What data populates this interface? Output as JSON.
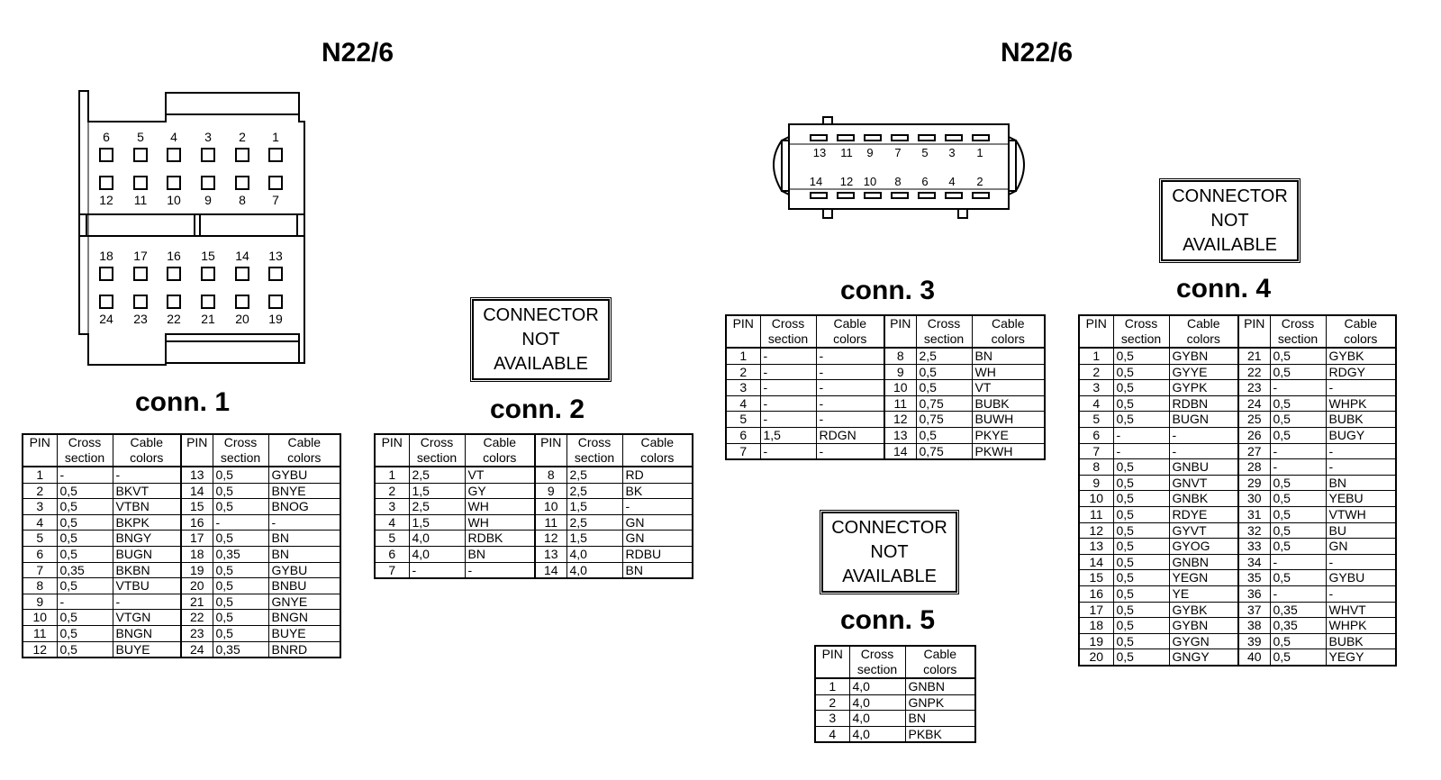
{
  "titles": {
    "left": "N22/6",
    "right": "N22/6"
  },
  "not_available_lines": [
    "CONNECTOR",
    "NOT",
    "AVAILABLE"
  ],
  "headers": {
    "pin": "PIN",
    "cross1": "Cross",
    "cross2": "section",
    "cable1": "Cable",
    "cable2": "colors"
  },
  "connector1_diagram": {
    "top_row_upper": [
      "6",
      "5",
      "4",
      "3",
      "2",
      "1"
    ],
    "top_row_lower": [
      "12",
      "11",
      "10",
      "9",
      "8",
      "7"
    ],
    "bottom_row_upper": [
      "18",
      "17",
      "16",
      "15",
      "14",
      "13"
    ],
    "bottom_row_lower": [
      "24",
      "23",
      "22",
      "21",
      "20",
      "19"
    ]
  },
  "connector3_diagram": {
    "top": [
      "13",
      "11",
      "9",
      "7",
      "5",
      "3",
      "1"
    ],
    "bottom": [
      "14",
      "12",
      "10",
      "8",
      "6",
      "4",
      "2"
    ]
  },
  "conn1": {
    "label": "conn. 1",
    "left": [
      [
        "1",
        "-",
        "-"
      ],
      [
        "2",
        "0,5",
        "BKVT"
      ],
      [
        "3",
        "0,5",
        "VTBN"
      ],
      [
        "4",
        "0,5",
        "BKPK"
      ],
      [
        "5",
        "0,5",
        "BNGY"
      ],
      [
        "6",
        "0,5",
        "BUGN"
      ],
      [
        "7",
        "0,35",
        "BKBN"
      ],
      [
        "8",
        "0,5",
        "VTBU"
      ],
      [
        "9",
        "-",
        "-"
      ],
      [
        "10",
        "0,5",
        "VTGN"
      ],
      [
        "11",
        "0,5",
        "BNGN"
      ],
      [
        "12",
        "0,5",
        "BUYE"
      ]
    ],
    "right": [
      [
        "13",
        "0,5",
        "GYBU"
      ],
      [
        "14",
        "0,5",
        "BNYE"
      ],
      [
        "15",
        "0,5",
        "BNOG"
      ],
      [
        "16",
        "-",
        "-"
      ],
      [
        "17",
        "0,5",
        "BN"
      ],
      [
        "18",
        "0,35",
        "BN"
      ],
      [
        "19",
        "0,5",
        "GYBU"
      ],
      [
        "20",
        "0,5",
        "BNBU"
      ],
      [
        "21",
        "0,5",
        "GNYE"
      ],
      [
        "22",
        "0,5",
        "BNGN"
      ],
      [
        "23",
        "0,5",
        "BUYE"
      ],
      [
        "24",
        "0,35",
        "BNRD"
      ]
    ]
  },
  "conn2": {
    "label": "conn. 2",
    "left": [
      [
        "1",
        "2,5",
        "VT"
      ],
      [
        "2",
        "1,5",
        "GY"
      ],
      [
        "3",
        "2,5",
        "WH"
      ],
      [
        "4",
        "1,5",
        "WH"
      ],
      [
        "5",
        "4,0",
        "RDBK"
      ],
      [
        "6",
        "4,0",
        "BN"
      ],
      [
        "7",
        "-",
        "-"
      ]
    ],
    "right": [
      [
        "8",
        "2,5",
        "RD"
      ],
      [
        "9",
        "2,5",
        "BK"
      ],
      [
        "10",
        "1,5",
        "-"
      ],
      [
        "11",
        "2,5",
        "GN"
      ],
      [
        "12",
        "1,5",
        "GN"
      ],
      [
        "13",
        "4,0",
        "RDBU"
      ],
      [
        "14",
        "4,0",
        "BN"
      ]
    ]
  },
  "conn3": {
    "label": "conn. 3",
    "left": [
      [
        "1",
        "-",
        "-"
      ],
      [
        "2",
        "-",
        "-"
      ],
      [
        "3",
        "-",
        "-"
      ],
      [
        "4",
        "-",
        "-"
      ],
      [
        "5",
        "-",
        "-"
      ],
      [
        "6",
        "1,5",
        "RDGN"
      ],
      [
        "7",
        "-",
        "-"
      ]
    ],
    "right": [
      [
        "8",
        "2,5",
        "BN"
      ],
      [
        "9",
        "0,5",
        "WH"
      ],
      [
        "10",
        "0,5",
        "VT"
      ],
      [
        "11",
        "0,75",
        "BUBK"
      ],
      [
        "12",
        "0,75",
        "BUWH"
      ],
      [
        "13",
        "0,5",
        "PKYE"
      ],
      [
        "14",
        "0,75",
        "PKWH"
      ]
    ]
  },
  "conn4": {
    "label": "conn. 4",
    "left": [
      [
        "1",
        "0,5",
        "GYBN"
      ],
      [
        "2",
        "0,5",
        "GYYE"
      ],
      [
        "3",
        "0,5",
        "GYPK"
      ],
      [
        "4",
        "0,5",
        "RDBN"
      ],
      [
        "5",
        "0,5",
        "BUGN"
      ],
      [
        "6",
        "-",
        "-"
      ],
      [
        "7",
        "-",
        "-"
      ],
      [
        "8",
        "0,5",
        "GNBU"
      ],
      [
        "9",
        "0,5",
        "GNVT"
      ],
      [
        "10",
        "0,5",
        "GNBK"
      ],
      [
        "11",
        "0,5",
        "RDYE"
      ],
      [
        "12",
        "0,5",
        "GYVT"
      ],
      [
        "13",
        "0,5",
        "GYOG"
      ],
      [
        "14",
        "0,5",
        "GNBN"
      ],
      [
        "15",
        "0,5",
        "YEGN"
      ],
      [
        "16",
        "0,5",
        "YE"
      ],
      [
        "17",
        "0,5",
        "GYBK"
      ],
      [
        "18",
        "0,5",
        "GYBN"
      ],
      [
        "19",
        "0,5",
        "GYGN"
      ],
      [
        "20",
        "0,5",
        "GNGY"
      ]
    ],
    "right": [
      [
        "21",
        "0,5",
        "GYBK"
      ],
      [
        "22",
        "0,5",
        "RDGY"
      ],
      [
        "23",
        "-",
        "-"
      ],
      [
        "24",
        "0,5",
        "WHPK"
      ],
      [
        "25",
        "0,5",
        "BUBK"
      ],
      [
        "26",
        "0,5",
        "BUGY"
      ],
      [
        "27",
        "-",
        "-"
      ],
      [
        "28",
        "-",
        "-"
      ],
      [
        "29",
        "0,5",
        "BN"
      ],
      [
        "30",
        "0,5",
        "YEBU"
      ],
      [
        "31",
        "0,5",
        "VTWH"
      ],
      [
        "32",
        "0,5",
        "BU"
      ],
      [
        "33",
        "0,5",
        "GN"
      ],
      [
        "34",
        "-",
        "-"
      ],
      [
        "35",
        "0,5",
        "GYBU"
      ],
      [
        "36",
        "-",
        "-"
      ],
      [
        "37",
        "0,35",
        "WHVT"
      ],
      [
        "38",
        "0,35",
        "WHPK"
      ],
      [
        "39",
        "0,5",
        "BUBK"
      ],
      [
        "40",
        "0,5",
        "YEGY"
      ]
    ]
  },
  "conn5": {
    "label": "conn. 5",
    "rows": [
      [
        "1",
        "4,0",
        "GNBN"
      ],
      [
        "2",
        "4,0",
        "GNPK"
      ],
      [
        "3",
        "4,0",
        "BN"
      ],
      [
        "4",
        "4,0",
        "PKBK"
      ]
    ]
  }
}
